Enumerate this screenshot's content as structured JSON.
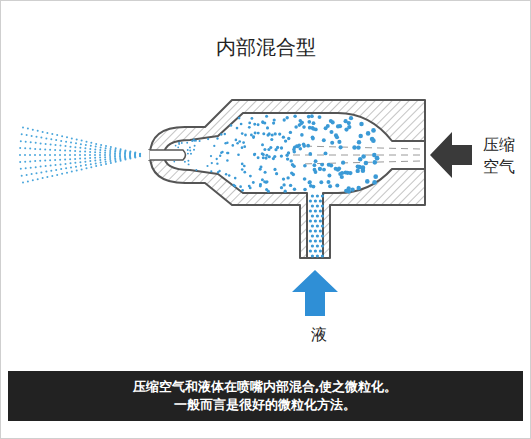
{
  "diagram": {
    "title": "内部混合型",
    "caption": "压缩空气和液体在喷嘴内部混合,使之微粒化。 一般而言是很好的微粒化方法。",
    "labels": [
      "压缩 空气",
      "液"
    ]
  }
}
